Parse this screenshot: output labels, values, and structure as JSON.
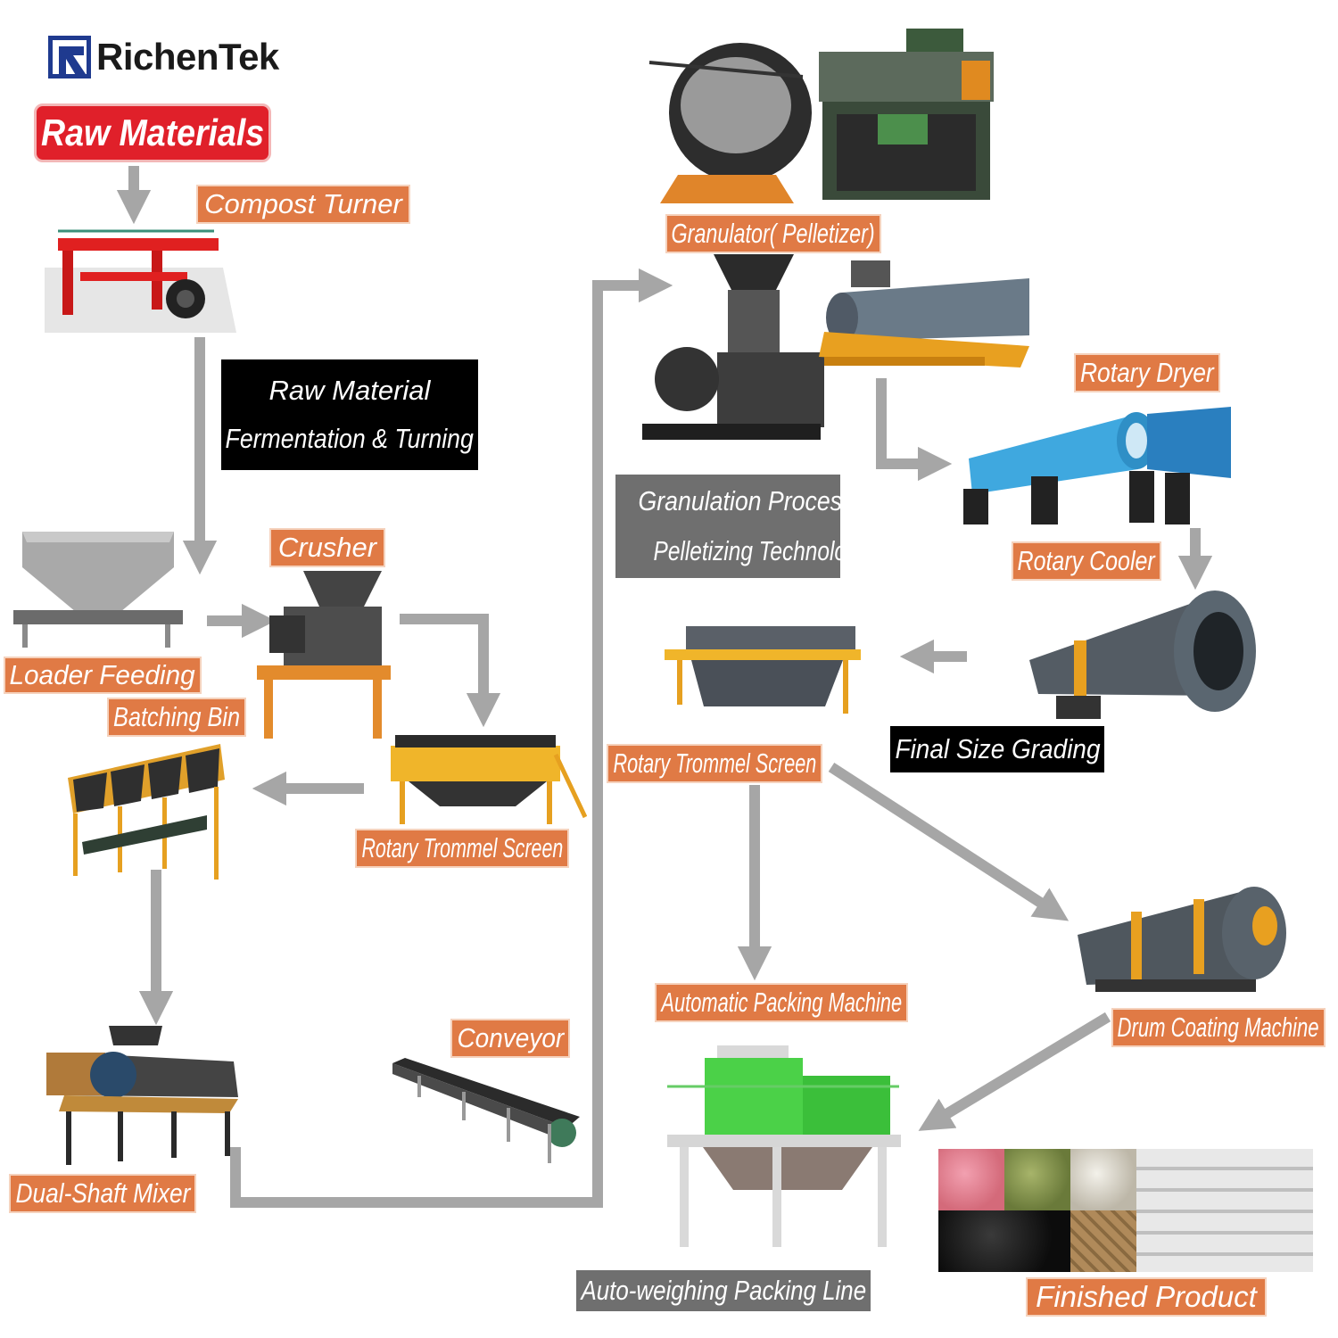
{
  "brand": {
    "name": "RichenTek",
    "logo_color": "#1f3a8f"
  },
  "colors": {
    "label_orange": "#e07a45",
    "label_red": "#e0202a",
    "arrow_gray": "#a6a6a6"
  },
  "labels": {
    "raw_materials": "Raw Materials",
    "compost_turner": "Compost Turner",
    "fermentation_line1": "Raw Material",
    "fermentation_line2": "Fermentation & Turning",
    "loader_feeding": "Loader Feeding",
    "batching_bin": "Batching Bin",
    "crusher": "Crusher",
    "rotary_trommel_screen_1": "Rotary Trommel Screen",
    "dual_shaft_mixer": "Dual-Shaft Mixer",
    "conveyor": "Conveyor",
    "granulator": "Granulator( Pelletizer)",
    "granulation_line1": "Granulation Process",
    "granulation_line2": "Pelletizing Technology",
    "rotary_dryer": "Rotary Dryer",
    "rotary_cooler": "Rotary Cooler",
    "rotary_trommel_screen_2": "Rotary Trommel Screen",
    "final_size_grading": "Final Size Grading",
    "automatic_packing_machine": "Automatic Packing Machine",
    "drum_coating_machine": "Drum Coating Machine",
    "auto_weighing_packing_line": "Auto-weighing Packing Line",
    "finished_product": "Finished Product"
  }
}
